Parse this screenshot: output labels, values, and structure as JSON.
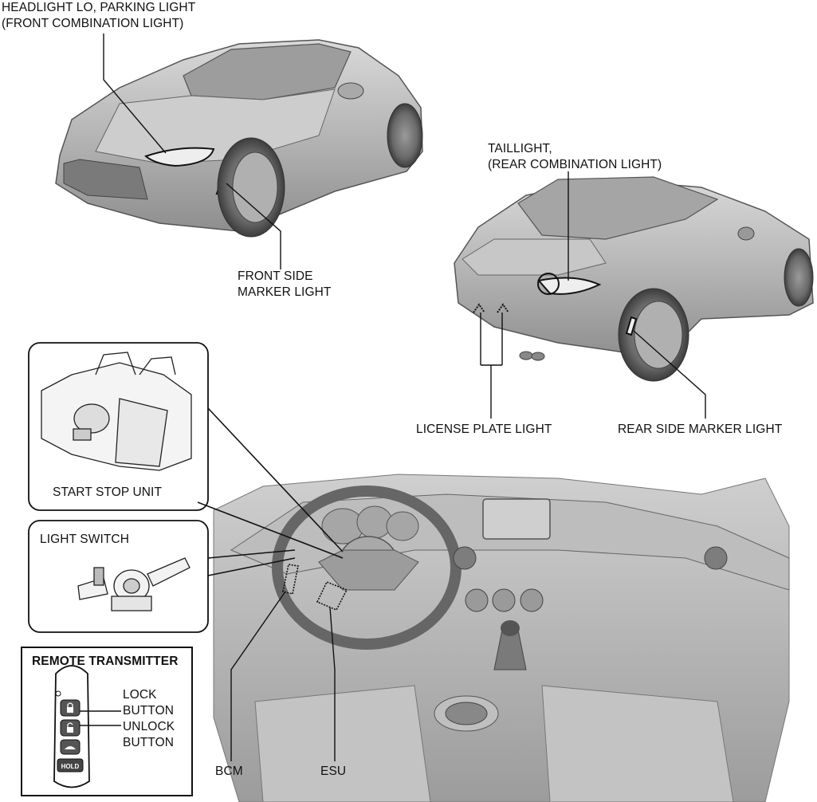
{
  "labels": {
    "headlight": [
      "HEADLIGHT LO, PARKING LIGHT",
      "(FRONT COMBINATION LIGHT)"
    ],
    "front_side_marker": [
      "FRONT SIDE",
      "MARKER LIGHT"
    ],
    "taillight": [
      "TAILLIGHT,",
      "(REAR COMBINATION LIGHT)"
    ],
    "license_plate": "LICENSE PLATE LIGHT",
    "rear_side_marker": "REAR SIDE MARKER LIGHT",
    "start_stop_unit": "START STOP UNIT",
    "light_switch": "LIGHT SWITCH",
    "remote_transmitter": "REMOTE TRANSMITTER",
    "lock_button": [
      "LOCK",
      "BUTTON"
    ],
    "unlock_button": [
      "UNLOCK",
      "BUTTON"
    ],
    "hold_key": "HOLD",
    "bcm": "BCM",
    "esu": "ESU"
  }
}
